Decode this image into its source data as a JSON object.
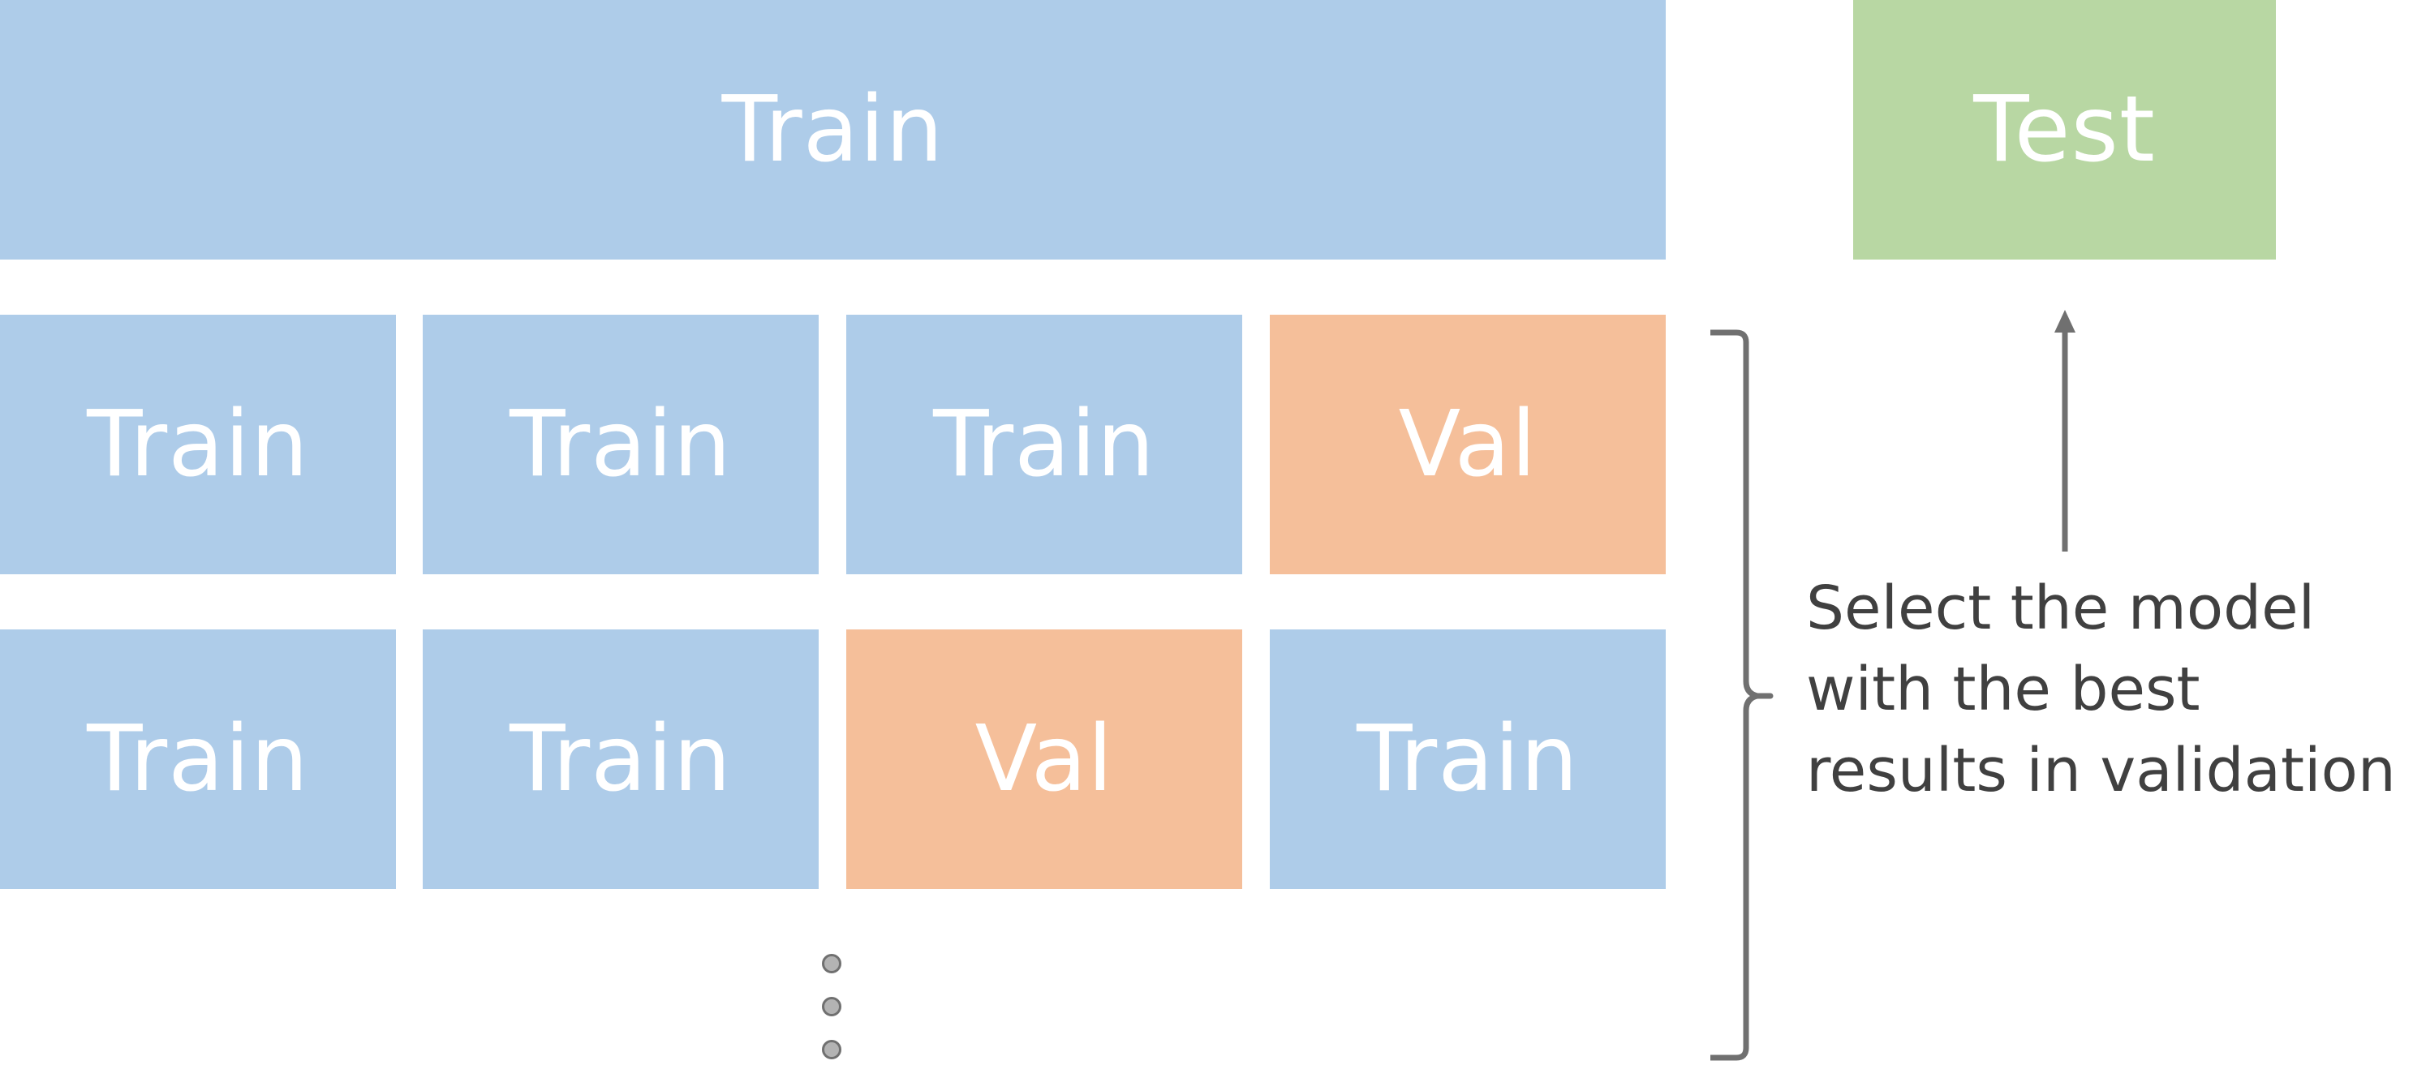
{
  "top": {
    "train_label": "Train",
    "test_label": "Test"
  },
  "folds": [
    [
      "Train",
      "Train",
      "Train",
      "Val"
    ],
    [
      "Train",
      "Train",
      "Val",
      "Train"
    ]
  ],
  "caption": {
    "line1": "Select the model",
    "line2": "with the best",
    "line3": "results in validation"
  },
  "colors": {
    "train": "#aecce9",
    "val": "#f5bf9a",
    "test": "#b8d7a3",
    "annotation": "#707070"
  }
}
